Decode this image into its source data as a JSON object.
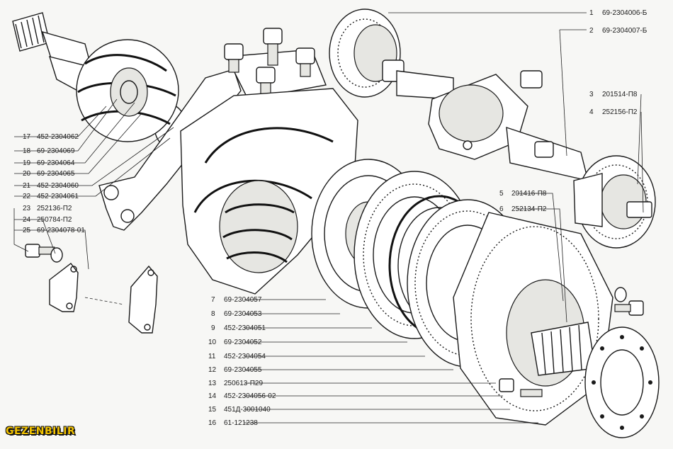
{
  "labels": [
    {
      "num": "1",
      "part": "69-2304006-Б"
    },
    {
      "num": "2",
      "part": "69-2304007-Б"
    },
    {
      "num": "3",
      "part": "201514-П8"
    },
    {
      "num": "4",
      "part": "252156-П2"
    },
    {
      "num": "5",
      "part": "201416-П8"
    },
    {
      "num": "6",
      "part": "252134-П2"
    },
    {
      "num": "7",
      "part": "69-2304057"
    },
    {
      "num": "8",
      "part": "69-2304053"
    },
    {
      "num": "9",
      "part": "452-2304051"
    },
    {
      "num": "10",
      "part": "69-2304052"
    },
    {
      "num": "11",
      "part": "452-2304054"
    },
    {
      "num": "12",
      "part": "69-2304055"
    },
    {
      "num": "13",
      "part": "250613-П29"
    },
    {
      "num": "14",
      "part": "452-2304056-02"
    },
    {
      "num": "15",
      "part": "451Д-3001040"
    },
    {
      "num": "16",
      "part": "61-121238"
    },
    {
      "num": "17",
      "part": "452-2304062"
    },
    {
      "num": "18",
      "part": "69-2304069"
    },
    {
      "num": "19",
      "part": "69-2304064"
    },
    {
      "num": "20",
      "part": "69-2304065"
    },
    {
      "num": "21",
      "part": "452-2304060"
    },
    {
      "num": "22",
      "part": "452-2304061"
    },
    {
      "num": "23",
      "part": "252136-П2"
    },
    {
      "num": "24",
      "part": "250784-П2"
    },
    {
      "num": "25",
      "part": "69-2304078-01"
    }
  ],
  "watermark": "GEZENBILIR"
}
